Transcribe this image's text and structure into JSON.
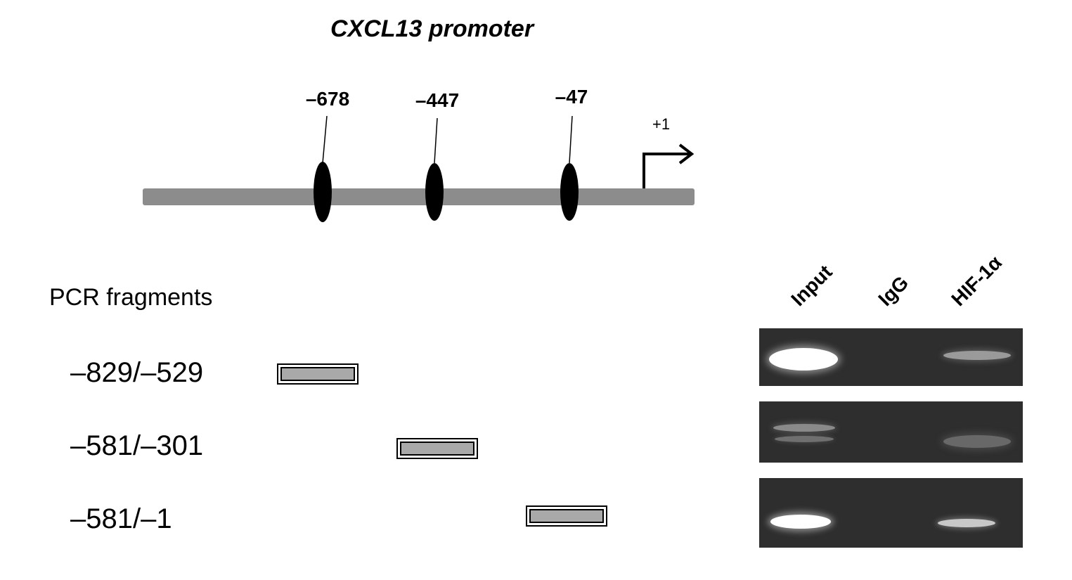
{
  "title": "CXCL13 promoter",
  "binding_sites": [
    {
      "label": "–678"
    },
    {
      "label": "–447"
    },
    {
      "label": "–47"
    }
  ],
  "tss_label": "+1",
  "pcr_section_title": "PCR fragments",
  "fragments": [
    {
      "label": "–829/–529"
    },
    {
      "label": "–581/–301"
    },
    {
      "label": "–581/–1"
    }
  ],
  "gel": {
    "lanes": [
      "Input",
      "IgG",
      "HIF-1α"
    ],
    "background_color": "#2e2e2e",
    "band_color": "#ffffff"
  },
  "colors": {
    "promoter_line": "#8c8c8c",
    "binding_site": "#000000",
    "fragment_fill": "#a9a9a9"
  }
}
